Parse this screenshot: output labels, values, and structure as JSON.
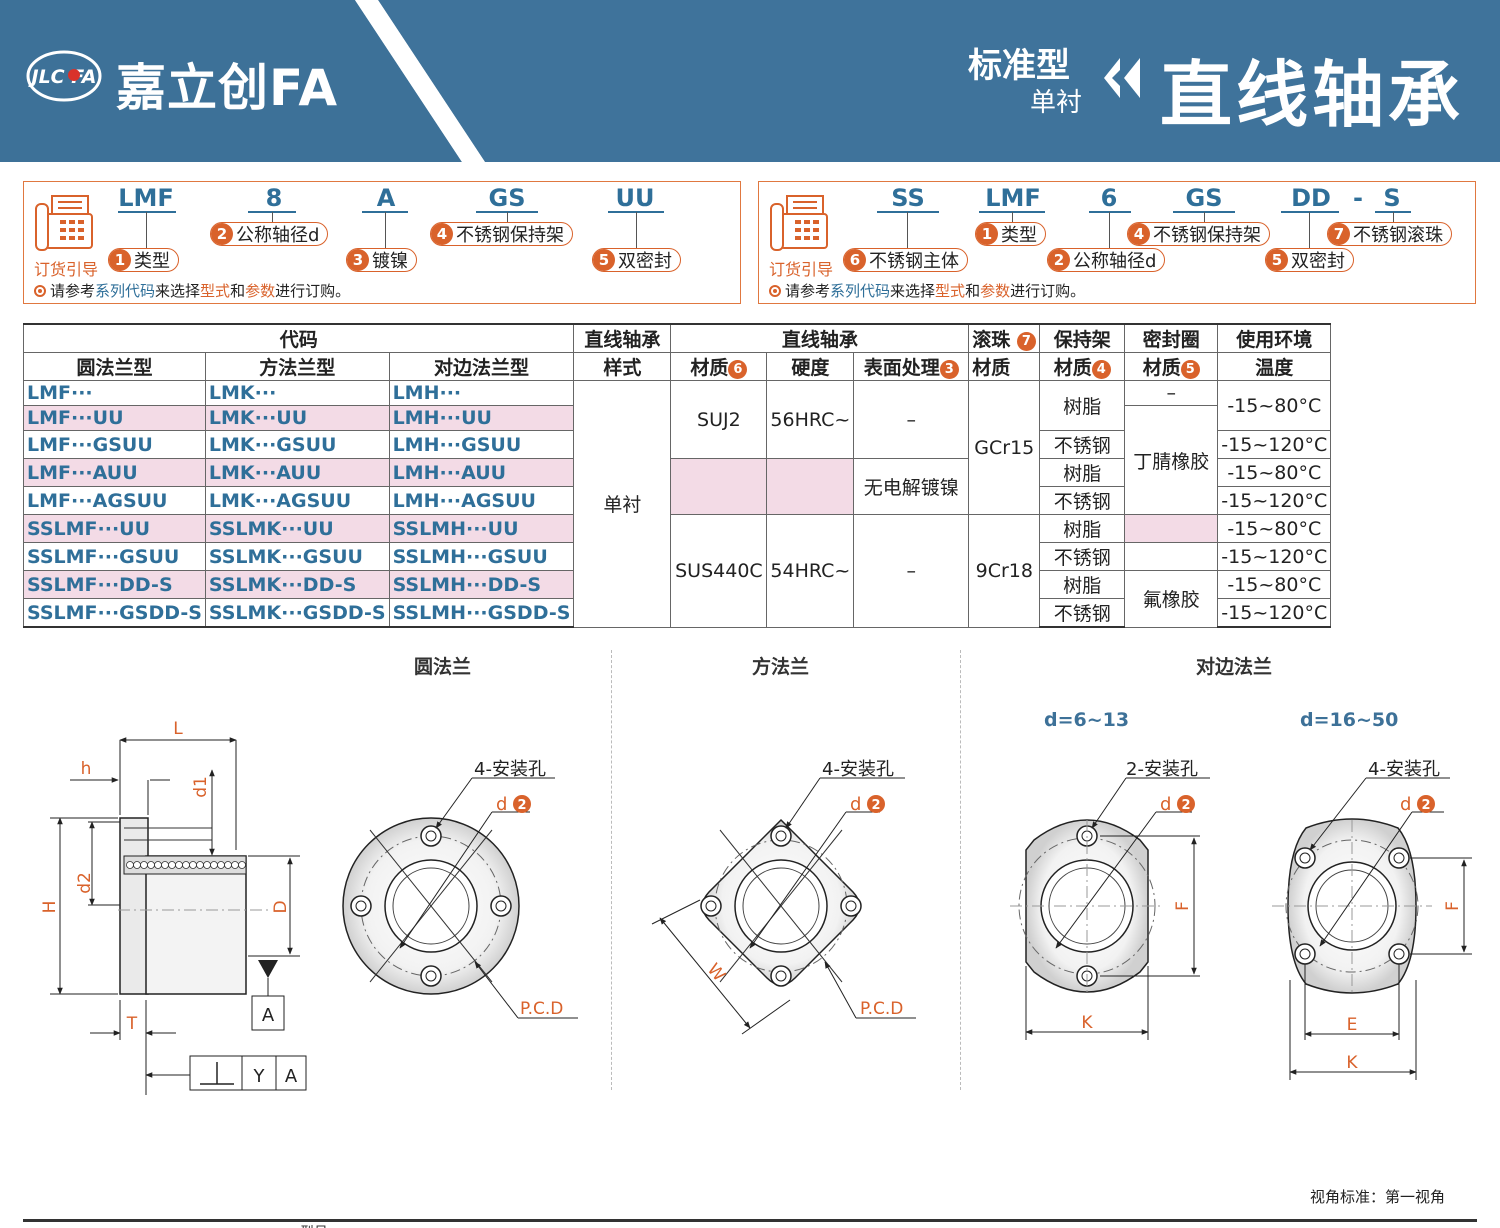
{
  "header": {
    "brand_badge": "JLC FA",
    "brand": "嘉立创FA",
    "subtitle_1": "标准型",
    "subtitle_2": "单衬",
    "title": "直线轴承",
    "colors": {
      "header_bg": "#3d7198",
      "accent": "#d9622b",
      "code_blue": "#2f6f99"
    }
  },
  "order_left": {
    "guide": "订货引导",
    "codes": [
      "LMF",
      "8",
      "A",
      "GS",
      "UU"
    ],
    "labels": [
      {
        "num": "1",
        "text": "类型"
      },
      {
        "num": "2",
        "text": "公称轴径d"
      },
      {
        "num": "3",
        "text": "镀镍"
      },
      {
        "num": "4",
        "text": "不锈钢保持架"
      },
      {
        "num": "5",
        "text": "双密封"
      }
    ],
    "note": {
      "pre": "请参考",
      "a": "系列代码",
      "mid": "来选择",
      "b": "型式",
      "and": "和",
      "c": "参数",
      "post": "进行订购。"
    }
  },
  "order_right": {
    "guide": "订货引导",
    "codes": [
      "SS",
      "LMF",
      "6",
      "GS",
      "DD",
      "-",
      "S"
    ],
    "labels": [
      {
        "num": "6",
        "text": "不锈钢主体"
      },
      {
        "num": "1",
        "text": "类型"
      },
      {
        "num": "2",
        "text": "公称轴径d"
      },
      {
        "num": "4",
        "text": "不锈钢保持架"
      },
      {
        "num": "5",
        "text": "双密封"
      },
      {
        "num": "7",
        "text": "不锈钢滚珠"
      }
    ],
    "note": {
      "pre": "请参考",
      "a": "系列代码",
      "mid": "来选择",
      "b": "型式",
      "and": "和",
      "c": "参数",
      "post": "进行订购。"
    }
  },
  "table": {
    "h_code": "代码",
    "h_style_1": "直线轴承",
    "h_style_2": "样式",
    "h_bearing": "直线轴承",
    "h_ball_1": "滚珠",
    "h_ball_2": "材质",
    "h_ball_num": "7",
    "h_cage_1": "保持架",
    "h_cage_2": "材质",
    "h_cage_num": "4",
    "h_seal_1": "密封圈",
    "h_seal_2": "材质",
    "h_seal_num": "5",
    "h_env_1": "使用环境",
    "h_env_2": "温度",
    "h_round": "圆法兰型",
    "h_square": "方法兰型",
    "h_cut": "对边法兰型",
    "h_mat": "材质",
    "h_mat_num": "6",
    "h_hard": "硬度",
    "h_surf": "表面处理",
    "h_surf_num": "3",
    "rows": [
      [
        "LMF···",
        "LMK···",
        "LMH···"
      ],
      [
        "LMF···UU",
        "LMK···UU",
        "LMH···UU"
      ],
      [
        "LMF···GSUU",
        "LMK···GSUU",
        "LMH···GSUU"
      ],
      [
        "LMF···AUU",
        "LMK···AUU",
        "LMH···AUU"
      ],
      [
        "LMF···AGSUU",
        "LMK···AGSUU",
        "LMH···AGSUU"
      ],
      [
        "SSLMF···UU",
        "SSLMK···UU",
        "SSLMH···UU"
      ],
      [
        "SSLMF···GSUU",
        "SSLMK···GSUU",
        "SSLMH···GSUU"
      ],
      [
        "SSLMF···DD-S",
        "SSLMK···DD-S",
        "SSLMH···DD-S"
      ],
      [
        "SSLMF···GSDD-S",
        "SSLMK···GSDD-S",
        "SSLMH···GSDD-S"
      ]
    ],
    "style": "单衬",
    "mat_a": "SUJ2",
    "hard_a": "56HRC~",
    "surf_none_a": "–",
    "surf_ni": "无电解镀镍",
    "ball_a": "GCr15",
    "mat_b": "SUS440C",
    "hard_b": "54HRC~",
    "surf_none_b": "–",
    "ball_b": "9Cr18",
    "cage": [
      "树脂",
      "不锈钢",
      "树脂",
      "不锈钢",
      "树脂",
      "不锈钢",
      "树脂",
      "不锈钢"
    ],
    "seal_none": "–",
    "seal_nbr": "丁腈橡胶",
    "seal_fkm": "氟橡胶",
    "temp": [
      "-15~80°C",
      "-15~120°C",
      "-15~80°C",
      "-15~120°C",
      "-15~80°C",
      "-15~120°C",
      "-15~80°C",
      "-15~120°C"
    ]
  },
  "drawings": {
    "round_title": "圆法兰",
    "square_title": "方法兰",
    "cut_title": "对边法兰",
    "range_small": "d=6~13",
    "range_large": "d=16~50",
    "holes_4": "4-安装孔",
    "holes_2": "2-安装孔",
    "d_label": "d",
    "d_num": "2",
    "pcd": "P.C.D",
    "dims": {
      "L": "L",
      "h": "h",
      "d1": "d1",
      "d2": "d2",
      "H": "H",
      "D": "D",
      "T": "T",
      "A": "A",
      "Y": "Y",
      "W": "W",
      "F": "F",
      "K": "K",
      "E": "E"
    },
    "view_label": "视角标准：第一视角",
    "bottom_cut": "型号"
  }
}
